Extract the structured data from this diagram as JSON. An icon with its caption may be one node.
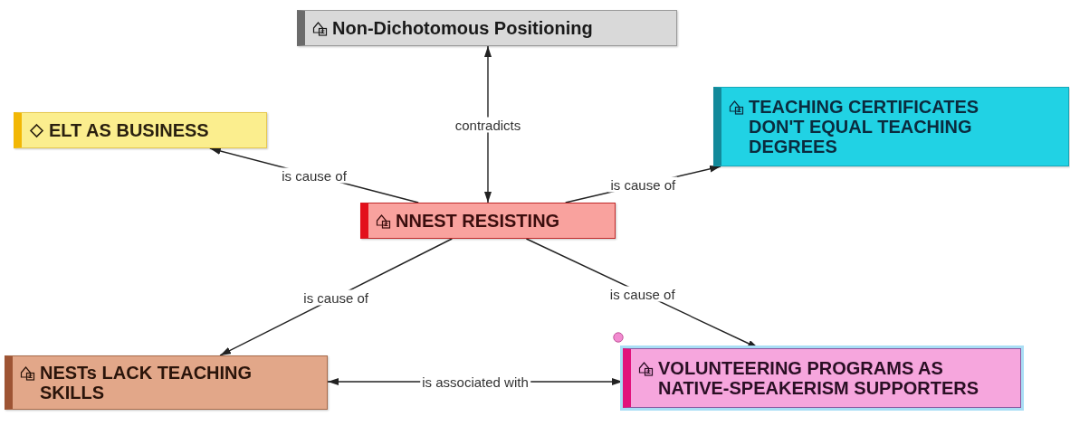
{
  "diagram": {
    "nodes": [
      {
        "text": [
          "Non-Dichotomous Positioning"
        ]
      },
      {
        "text": [
          "ELT AS BUSINESS"
        ]
      },
      {
        "text": [
          "TEACHING CERTIFICATES DON'T EQUAL TEACHING DEGREES"
        ]
      },
      {
        "text": [
          "NNEST RESISTING"
        ]
      },
      {
        "text": [
          "NESTs LACK TEACHING SKILLS"
        ]
      },
      {
        "text": [
          "VOLUNTEERING PROGRAMS AS NATIVE-SPEAKERISM SUPPORTERS"
        ]
      }
    ],
    "edges": [
      {
        "from": 3,
        "to": 0,
        "label": "contradicts",
        "arrow": "both"
      },
      {
        "from": 3,
        "to": 1,
        "label": "is cause of",
        "arrow": "to"
      },
      {
        "from": 3,
        "to": 2,
        "label": "is cause of",
        "arrow": "to"
      },
      {
        "from": 3,
        "to": 4,
        "label": "is cause of",
        "arrow": "to"
      },
      {
        "from": 3,
        "to": 5,
        "label": "is cause of",
        "arrow": "to"
      },
      {
        "from": 4,
        "to": 5,
        "label": "is associated with",
        "arrow": "both"
      }
    ]
  }
}
